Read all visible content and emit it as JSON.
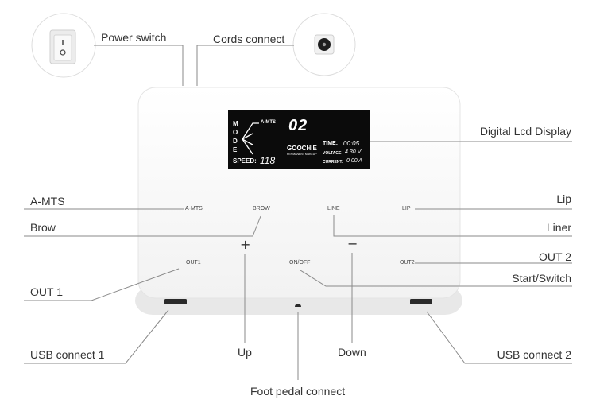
{
  "callouts": {
    "power_switch": "Power switch",
    "cords_connect": "Cords connect",
    "lcd_display": "Digital Lcd Display",
    "a_mts": "A-MTS",
    "brow": "Brow",
    "out1": "OUT 1",
    "usb1": "USB connect 1",
    "up": "Up",
    "foot_pedal": "Foot pedal connect",
    "down": "Down",
    "usb2": "USB connect 2",
    "lip": "Lip",
    "liner": "Liner",
    "out2": "OUT 2",
    "start_switch": "Start/Switch"
  },
  "panel": {
    "a_mts": "A-MTS",
    "brow": "BROW",
    "line": "LINE",
    "lip": "LIP",
    "out1": "OUT1",
    "on_off": "ON/OFF",
    "out2": "OUT2",
    "plus": "+",
    "minus": "−"
  },
  "lcd": {
    "mode": [
      "M",
      "O",
      "D",
      "E"
    ],
    "a_mts": "A-MTS",
    "number": "02",
    "brand": "GOOCHIE",
    "brand_sub": "PERMANENT MAKEUP",
    "time_label": "TIME:",
    "time_value": "00:05",
    "voltage_label": "VOLTAGE",
    "voltage_value": "4.30 V",
    "current_label": "CURRENT:",
    "current_value": "0.00 A",
    "speed_label": "SPEED:",
    "speed_value": "118"
  },
  "colors": {
    "lcd_background": "#0b0b0b",
    "device_body": "#fafafa",
    "leader_line": "#8a8a8a"
  }
}
